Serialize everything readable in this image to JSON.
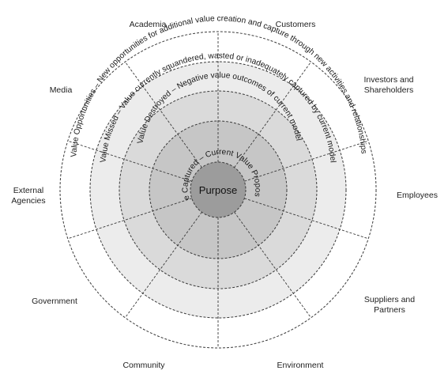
{
  "diagram": {
    "center": "Purpose",
    "rings": [
      "Value Captured – Current Value Proposition",
      "Value Destroyed – Negative value outcomes of current model",
      "Value Missed – Value currently squandered, wasted or inadequately captured by current model",
      "Value Opportunities – New opportunities for additional value creation and capture through new activities and relationships"
    ],
    "stakeholders": [
      [
        "Academia"
      ],
      [
        "Customers"
      ],
      [
        "Investors and",
        "Shareholders"
      ],
      [
        "Employees"
      ],
      [
        "Suppliers and",
        "Partners"
      ],
      [
        "Environment"
      ],
      [
        "Community"
      ],
      [
        "Government"
      ],
      [
        "External",
        "Agencies"
      ],
      [
        "Media"
      ]
    ],
    "colors": {
      "ring_outer": "#ffffff",
      "ring_3": "#ececec",
      "ring_2": "#dadada",
      "ring_1": "#c6c6c6",
      "center": "#9c9c9c",
      "stroke": "#3a3a3a"
    }
  }
}
